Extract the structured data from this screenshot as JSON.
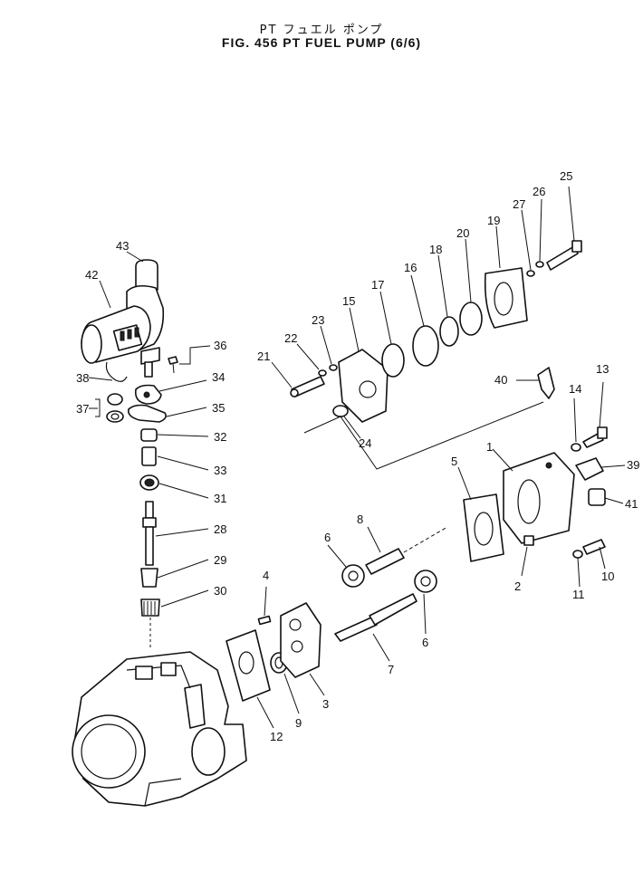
{
  "header": {
    "title_jp": "PT フュエル ポンプ",
    "title_en": "FIG. 456  PT  FUEL  PUMP  (6/6)"
  },
  "callouts": {
    "c1": "1",
    "c2": "2",
    "c3": "3",
    "c4": "4",
    "c5": "5",
    "c6a": "6",
    "c6b": "6",
    "c7": "7",
    "c8": "8",
    "c9": "9",
    "c10": "10",
    "c11": "11",
    "c12": "12",
    "c13": "13",
    "c14": "14",
    "c15": "15",
    "c16": "16",
    "c17": "17",
    "c18": "18",
    "c19": "19",
    "c20": "20",
    "c21": "21",
    "c22": "22",
    "c23": "23",
    "c24": "24",
    "c25": "25",
    "c26": "26",
    "c27": "27",
    "c28": "28",
    "c29": "29",
    "c30": "30",
    "c31": "31",
    "c32": "32",
    "c33": "33",
    "c34": "34",
    "c35": "35",
    "c36": "36",
    "c37": "37",
    "c38": "38",
    "c39": "39",
    "c40": "40",
    "c41": "41",
    "c42": "42",
    "c43": "43"
  }
}
